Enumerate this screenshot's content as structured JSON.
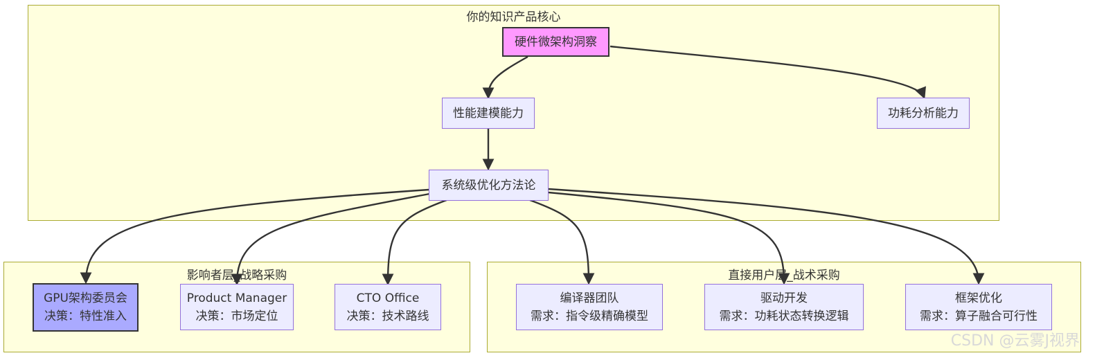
{
  "clusters": {
    "core": {
      "title": "你的知识产品核心"
    },
    "influencers": {
      "title": "影响者层_战略采购"
    },
    "users": {
      "title": "直接用户层_战术采购"
    }
  },
  "nodes": {
    "root": {
      "line1": "硬件微架构洞察"
    },
    "perf": {
      "line1": "性能建模能力"
    },
    "power": {
      "line1": "功耗分析能力"
    },
    "method": {
      "line1": "系统级优化方法论"
    },
    "gpu": {
      "line1": "GPU架构委员会",
      "line2": "决策：特性准入"
    },
    "pm": {
      "line1": "Product Manager",
      "line2": "决策：市场定位"
    },
    "cto": {
      "line1": "CTO Office",
      "line2": "决策：技术路线"
    },
    "compiler": {
      "line1": "编译器团队",
      "line2": "需求：指令级精确模型"
    },
    "driver": {
      "line1": "驱动开发",
      "line2": "需求：功耗状态转换逻辑"
    },
    "framework": {
      "line1": "框架优化",
      "line2": "需求：算子融合可行性"
    }
  },
  "watermark": "CSDN @云雾J视界"
}
